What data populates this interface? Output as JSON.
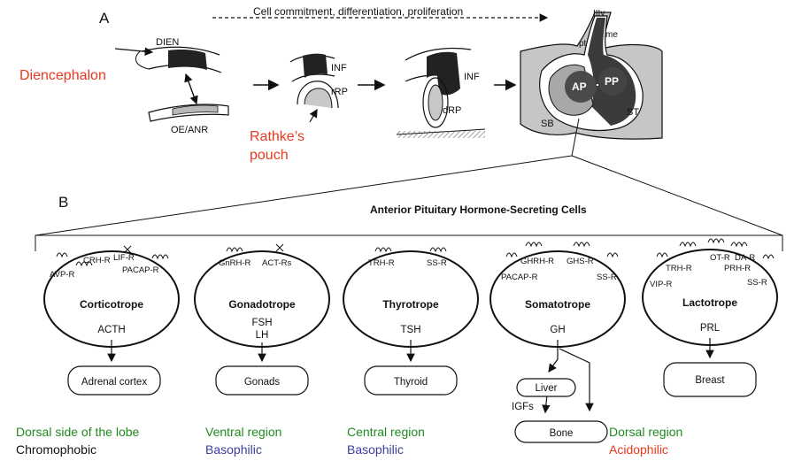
{
  "panel_a": {
    "label": "A",
    "flow_label": "Cell commitment, differentiation, proliferation",
    "stage1": {
      "dien": "DIEN",
      "oe_anr": "OE/ANR",
      "annotation": "Diencephalon"
    },
    "stage2": {
      "inf": "INF",
      "rrp": "rRP",
      "annotation_line1": "Rathke’s",
      "annotation_line2": "pouch"
    },
    "stage3": {
      "inf": "INF",
      "drp": "dRP"
    },
    "stage4": {
      "iiiv": "IIIv",
      "me": "me",
      "pt": "pt",
      "ap": "AP",
      "pp": "PP",
      "st": "ST",
      "sb": "SB"
    }
  },
  "panel_b": {
    "label": "B",
    "title": "Anterior Pituitary Hormone-Secreting Cells",
    "cells": [
      {
        "name": "Corticotrope",
        "hormone": "ACTH",
        "receptors": [
          "CRH-R",
          "LIF-R",
          "AVP-R",
          "PACAP-R"
        ],
        "target": "Adrenal cortex",
        "caption_line1": "Dorsal side of the lobe",
        "caption_line2": "Chromophobic"
      },
      {
        "name": "Gonadotrope",
        "hormone_line1": "FSH",
        "hormone_line2": "LH",
        "receptors": [
          "GnRH-R",
          "ACT-Rs"
        ],
        "target": "Gonads",
        "caption_line1": "Ventral region",
        "caption_line2": "Basophilic"
      },
      {
        "name": "Thyrotrope",
        "hormone": "TSH",
        "receptors": [
          "TRH-R",
          "SS-R"
        ],
        "target": "Thyroid",
        "caption_line1": "Central region",
        "caption_line2": "Basophilic"
      },
      {
        "name": "Somatotrope",
        "hormone": "GH",
        "receptors": [
          "GHRH-R",
          "GHS-R",
          "PACAP-R",
          "SS-R"
        ],
        "target_liver": "Liver",
        "igfs": "IGFs",
        "target_bone": "Bone",
        "caption_line1": "Dorsal region",
        "caption_line2": "Acidophilic"
      },
      {
        "name": "Lactotrope",
        "hormone": "PRL",
        "receptors": [
          "OT-R",
          "DA-R",
          "TRH-R",
          "PRH-R",
          "VIP-R",
          "SS-R"
        ],
        "target": "Breast"
      }
    ]
  },
  "colors": {
    "annotation_red": "#e8391f",
    "caption_green": "#1f8a1f",
    "caption_blue": "#3a3f9e",
    "caption_red": "#e8391f",
    "caption_black": "#111111"
  }
}
